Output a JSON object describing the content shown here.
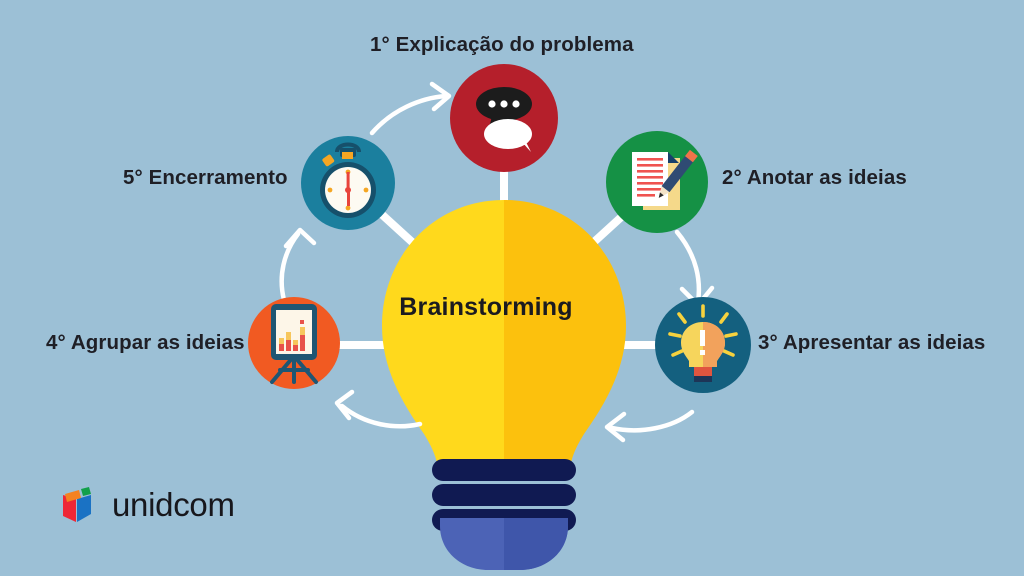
{
  "background_color": "#9cc0d6",
  "center": {
    "title": "Brainstorming",
    "bulb_color_left": "#ffd91c",
    "bulb_color_right": "#fcc10d",
    "base_band_color": "#101a52",
    "base_screw_color": "#4c63b6"
  },
  "steps": [
    {
      "ordinal": "1°",
      "label": "Explicação do problema",
      "icon": "speech-bubbles-icon",
      "circle_color": "#b51f2b"
    },
    {
      "ordinal": "2°",
      "label": "Anotar as ideias",
      "icon": "document-pencil-icon",
      "circle_color": "#159145"
    },
    {
      "ordinal": "3°",
      "label": "Apresentar as ideias",
      "icon": "idea-lightbulb-icon",
      "circle_color": "#14607f"
    },
    {
      "ordinal": "4°",
      "label": "Agrupar as ideias",
      "icon": "easel-chart-icon",
      "circle_color": "#f15a22"
    },
    {
      "ordinal": "5°",
      "label": "Encerramento",
      "icon": "stopwatch-icon",
      "circle_color": "#1b7f9e"
    }
  ],
  "arrows": {
    "color": "#ffffff",
    "count": 5
  },
  "brand": {
    "name": "unidcom",
    "mark_colors": {
      "red": "#ee2737",
      "blue": "#1a72c4",
      "orange": "#f58220",
      "green": "#12a04a"
    }
  }
}
